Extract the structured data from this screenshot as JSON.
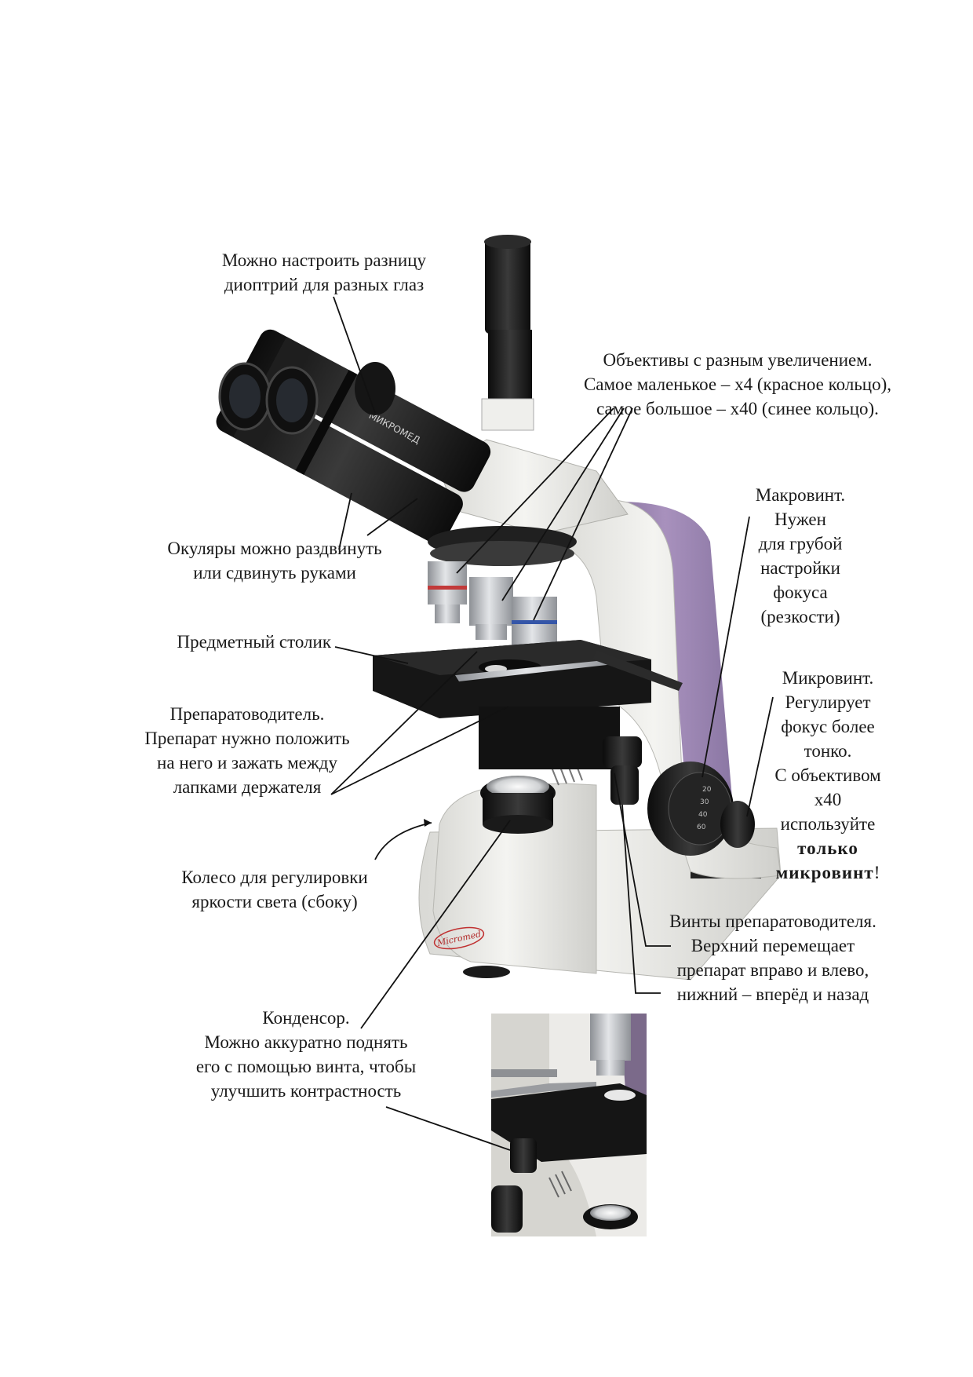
{
  "labels": {
    "diopter": [
      "Можно настроить разницу",
      "диоптрий для разных глаз"
    ],
    "objectives": [
      "Объективы с разным увеличением.",
      "Самое маленькое – х4 (красное кольцо),",
      "самое большое – х40 (синее кольцо)."
    ],
    "eyepieces": [
      "Окуляры можно раздвинуть",
      "или сдвинуть руками"
    ],
    "macro": [
      "Макровинт.",
      "Нужен",
      "для грубой",
      "настройки",
      "фокуса",
      "(резкости)"
    ],
    "stage": [
      "Предметный столик"
    ],
    "holder": [
      "Препаратоводитель.",
      "Препарат нужно положить",
      "на него и зажать между",
      "лапками держателя"
    ],
    "micro": [
      "Микровинт.",
      "Регулирует",
      "фокус более",
      "тонко.",
      "С объективом",
      "х40",
      "используйте"
    ],
    "micro_bold": [
      "только",
      "микровинт"
    ],
    "micro_bang": "!",
    "brightness": [
      "Колесо для регулировки",
      "яркости света (сбоку)"
    ],
    "screws": [
      "Винты препаратоводителя.",
      "Верхний перемещает",
      "препарат вправо и влево,",
      "нижний – вперёд и назад"
    ],
    "condenser": [
      "Конденсор.",
      "Можно аккуратно поднять",
      "его с помощью винта, чтобы",
      "улучшить контрастность"
    ]
  },
  "brand_text": "МИКРОМЕД",
  "colors": {
    "body_white": "#eeeeea",
    "arm_purple": "#9c86b0",
    "black": "#141414",
    "silver": "#b9bcc0",
    "text": "#1a1a1a"
  }
}
